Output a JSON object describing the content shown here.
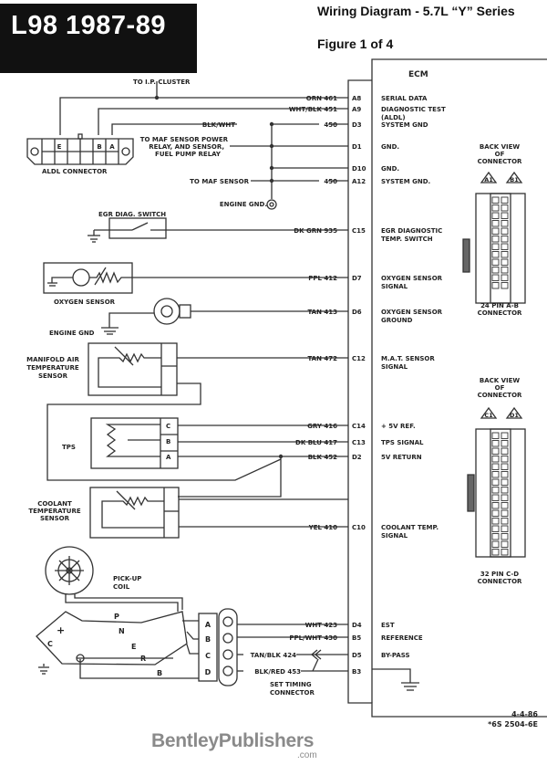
{
  "header": {
    "model_title": "L98 1987-89",
    "subtitle": "Wiring Diagram - 5.7L “Y” Series",
    "figure": "Figure 1 of 4"
  },
  "ecm": {
    "label": "ECM",
    "pins": [
      {
        "wire": "ORN 461",
        "pin": "A8",
        "function": [
          "SERIAL DATA"
        ]
      },
      {
        "wire": "WHT/BLK 451",
        "pin": "A9",
        "function": [
          "DIAGNOSTIC TEST",
          "(ALDL)"
        ]
      },
      {
        "wire": "450",
        "pin": "D3",
        "function": [
          "SYSTEM GND"
        ]
      },
      {
        "wire": "",
        "pin": "D1",
        "function": [
          "GND."
        ]
      },
      {
        "wire": "",
        "pin": "D10",
        "function": [
          "GND."
        ]
      },
      {
        "wire": "450",
        "pin": "A12",
        "function": [
          "SYSTEM GND."
        ]
      },
      {
        "wire": "DK GRN 935",
        "pin": "C15",
        "function": [
          "EGR DIAGNOSTIC",
          "TEMP. SWITCH"
        ]
      },
      {
        "wire": "PPL 412",
        "pin": "D7",
        "function": [
          "OXYGEN SENSOR",
          "SIGNAL"
        ]
      },
      {
        "wire": "TAN 413",
        "pin": "D6",
        "function": [
          "OXYGEN SENSOR",
          "GROUND"
        ]
      },
      {
        "wire": "TAN 472",
        "pin": "C12",
        "function": [
          "M.A.T. SENSOR",
          "SIGNAL"
        ]
      },
      {
        "wire": "GRY 416",
        "pin": "C14",
        "function": [
          "+ 5V REF."
        ]
      },
      {
        "wire": "DK BLU 417",
        "pin": "C13",
        "function": [
          "TPS SIGNAL"
        ]
      },
      {
        "wire": "BLK 452",
        "pin": "D2",
        "function": [
          "5V RETURN"
        ]
      },
      {
        "wire": "YEL 410",
        "pin": "C10",
        "function": [
          "COOLANT TEMP.",
          "SIGNAL"
        ]
      },
      {
        "wire": "WHT 423",
        "pin": "D4",
        "function": [
          "EST"
        ]
      },
      {
        "wire": "PPL/WHT 430",
        "pin": "B5",
        "function": [
          "REFERENCE"
        ]
      },
      {
        "wire": "TAN/BLK 424",
        "pin": "D5",
        "function": [
          "BY-PASS"
        ]
      },
      {
        "wire": "BLK/RED 453",
        "pin": "B3",
        "function": [
          ""
        ]
      }
    ]
  },
  "labels": {
    "to_ip_cluster": "TO I.P. CLUSTER",
    "blk_wht": "BLK/WHT",
    "to_maf_power": [
      "TO MAF SENSOR POWER",
      "RELAY, AND SENSOR,",
      "FUEL PUMP RELAY"
    ],
    "to_maf_sensor": "TO MAF SENSOR",
    "engine_gnd_dot": "ENGINE GND.",
    "aldl_connector": "ALDL CONNECTOR",
    "aldl_pins": [
      "E",
      "B",
      "A"
    ],
    "egr_switch": "EGR DIAG. SWITCH",
    "oxygen_sensor": "OXYGEN SENSOR",
    "engine_gnd": "ENGINE GND",
    "mat_sensor": [
      "MANIFOLD AIR",
      "TEMPERATURE",
      "SENSOR"
    ],
    "tps": "TPS",
    "tps_pins": [
      "C",
      "B",
      "A"
    ],
    "coolant_sensor": [
      "COOLANT",
      "TEMPERATURE",
      "SENSOR"
    ],
    "pickup_coil": [
      "PICK-UP",
      "COIL"
    ],
    "module_letters": [
      "P",
      "N",
      "E",
      "R",
      "B"
    ],
    "module_c": "C",
    "module_plus": "+",
    "hei_pins": [
      "A",
      "B",
      "C",
      "D"
    ],
    "set_timing": [
      "SET TIMING",
      "CONNECTOR"
    ]
  },
  "connectors": [
    {
      "title": [
        "BACK VIEW",
        "OF",
        "CONNECTOR"
      ],
      "pins": [
        "A1",
        "B1"
      ],
      "caption": [
        "24 PIN  A-B",
        "CONNECTOR"
      ]
    },
    {
      "title": [
        "BACK VIEW",
        "OF",
        "CONNECTOR"
      ],
      "pins": [
        "C1",
        "D1"
      ],
      "caption": [
        "32  PIN C-D",
        "CONNECTOR"
      ]
    }
  ],
  "footer": {
    "date": "4-4-86",
    "code": "*6S 2504-6E",
    "publisher": "BentleyPublishers",
    "publisher_suffix": ".com"
  }
}
